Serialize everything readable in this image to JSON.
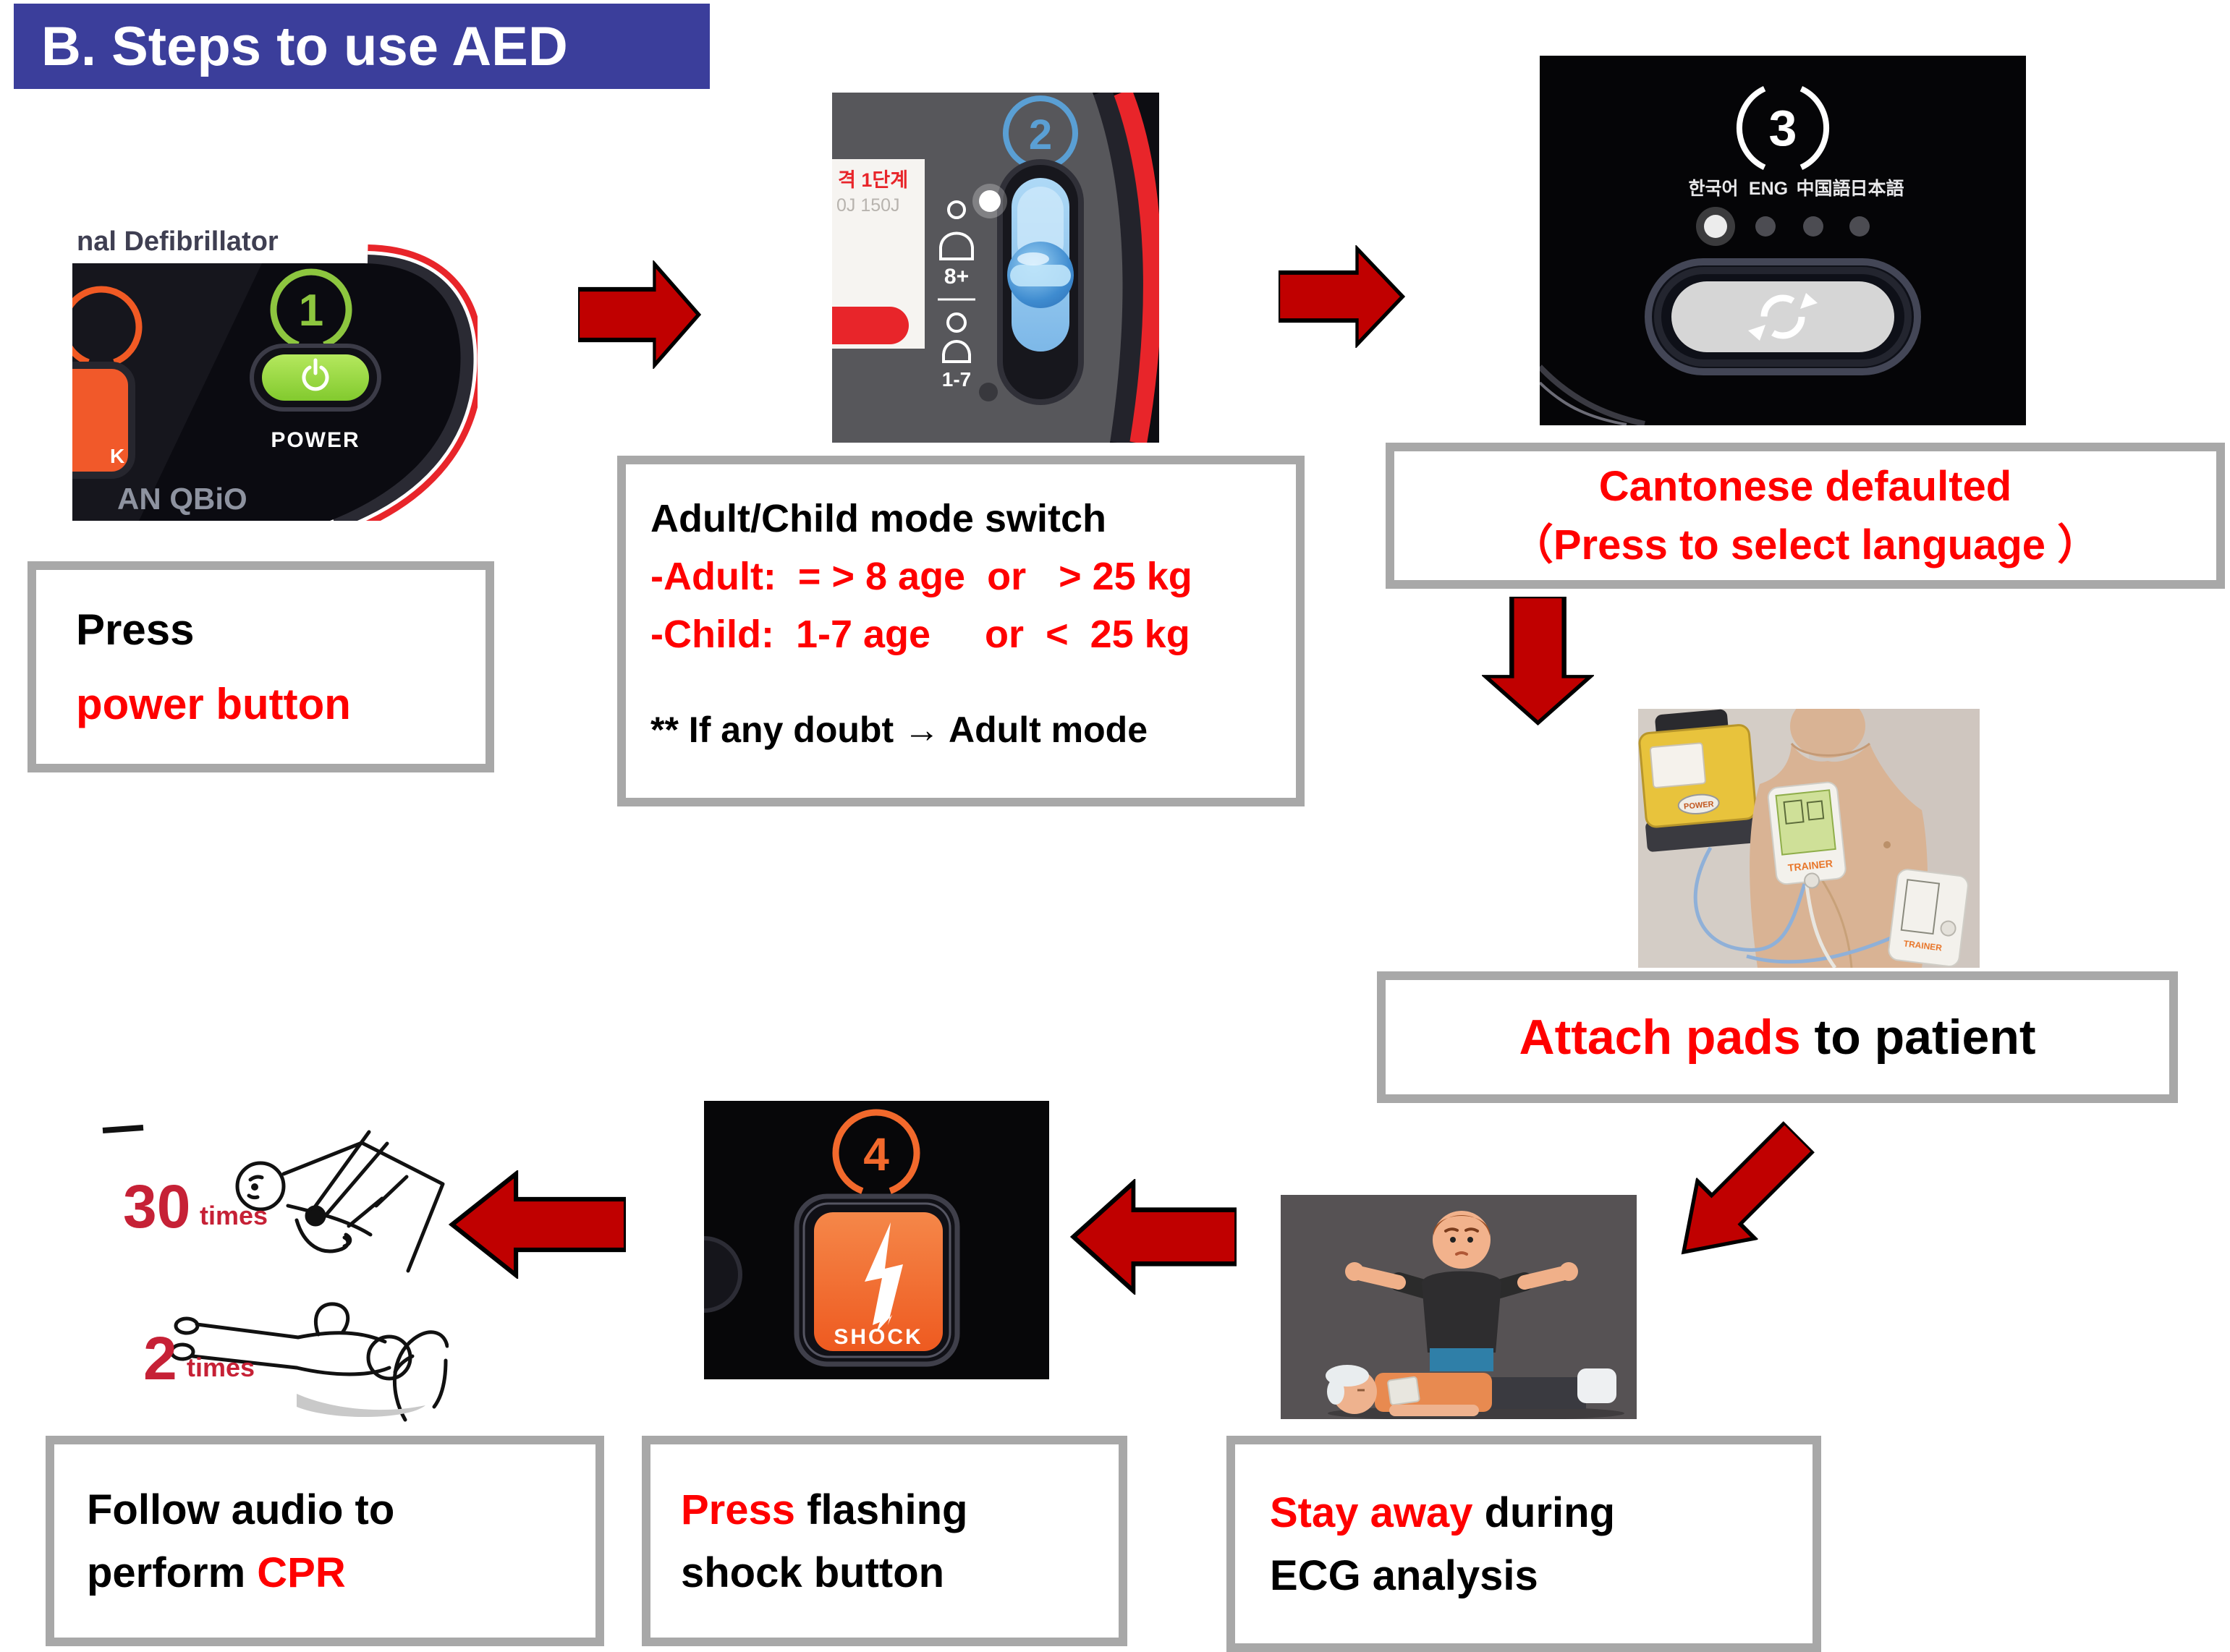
{
  "title": "B. Steps to use AED",
  "colors": {
    "accent_blue": "#3B3E9B",
    "text_red": "#FF0000",
    "arrow_red": "#C00000",
    "crimson_times": "#C62136",
    "border_gray": "#A8A8A8",
    "power_green": "#8DC63F",
    "mode_blue": "#5A9FD4",
    "shock_orange": "#F2692C"
  },
  "step1": {
    "device_label": "nal Defibrillator",
    "step_number": "1",
    "button_label": "POWER",
    "brand": "AN QBiO",
    "shock_partial": "K",
    "caption_line1": "Press",
    "caption_line2": "power button"
  },
  "step2": {
    "step_number": "2",
    "adult_label": "8+",
    "child_label": "1-7",
    "card_line1": "격 1단계",
    "card_line2": "0J 150J",
    "caption_title": "Adult/Child mode switch",
    "caption_adult": "-Adult:  = > 8 age  or   > 25 kg",
    "caption_child": "-Child:  1-7 age     or  <  25 kg",
    "caption_note": "** If any doubt → Adult mode"
  },
  "step3": {
    "step_number": "3",
    "languages": [
      "한국어",
      "ENG",
      "中国語",
      "日本語"
    ],
    "caption_line1": "Cantonese defaulted",
    "caption_line2": "（Press to select language ）"
  },
  "step4": {
    "caption_red": "Attach pads",
    "caption_black": " to patient",
    "pad_label": "TRAINER",
    "device_power_label": "POWER"
  },
  "step5": {
    "caption_red": "Stay away",
    "caption_black1": " during",
    "caption_line2": "ECG analysis"
  },
  "step6": {
    "step_number": "4",
    "button_label": "SHOCK",
    "caption_red": "Press",
    "caption_black1": " flashing",
    "caption_line2": "shock button"
  },
  "step7": {
    "count1": "30",
    "count1_unit": "times",
    "count2": "2",
    "count2_unit": "times",
    "caption_line1": "Follow audio to",
    "caption_black2": "perform ",
    "caption_red": "CPR"
  }
}
